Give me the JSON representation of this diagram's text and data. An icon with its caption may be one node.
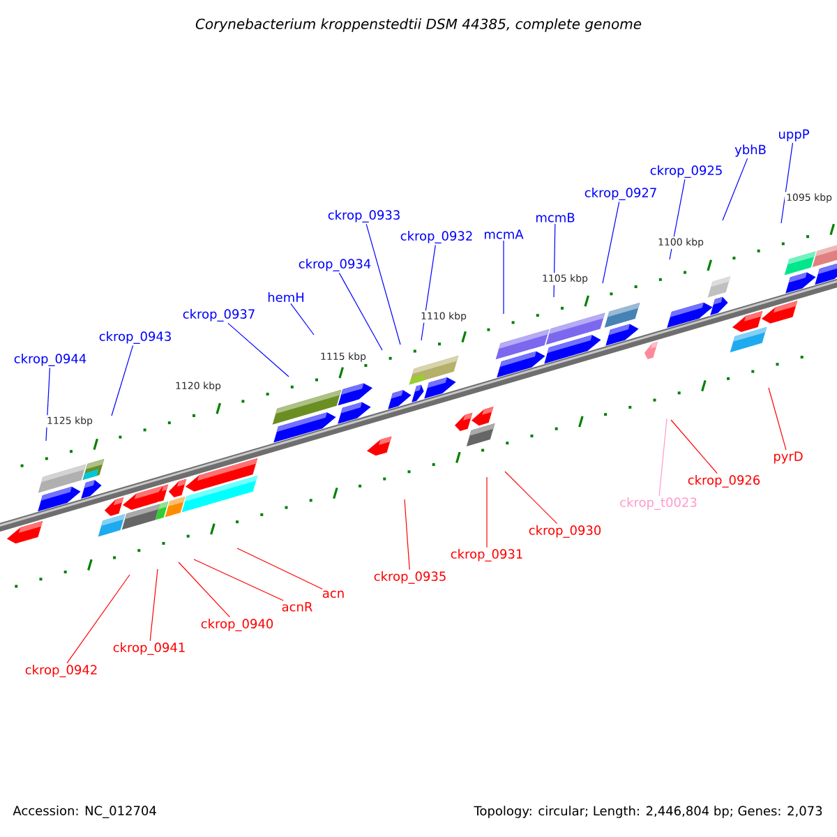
{
  "diagram": {
    "title": "Corynebacterium kroppenstedtii DSM 44385, complete genome",
    "nodes": [
      {
        "text": [
          "uppP"
        ]
      },
      {
        "text": [
          "ybhB"
        ]
      },
      {
        "text": [
          "ckrop_0925"
        ]
      },
      {
        "text": [
          "ckrop_0927"
        ]
      },
      {
        "text": [
          "ckrop_0933"
        ]
      },
      {
        "text": [
          "mcmB"
        ]
      },
      {
        "text": [
          "mcmA"
        ]
      },
      {
        "text": [
          "ckrop_0932"
        ]
      },
      {
        "text": [
          "ckrop_0934"
        ]
      },
      {
        "text": [
          "hemH"
        ]
      },
      {
        "text": [
          "ckrop_0937"
        ]
      },
      {
        "text": [
          "ckrop_0943"
        ]
      },
      {
        "text": [
          "ckrop_0944"
        ]
      },
      {
        "text": [
          "pyrD"
        ]
      },
      {
        "text": [
          "ckrop_0926"
        ]
      },
      {
        "text": [
          "ckrop_t0023"
        ]
      },
      {
        "text": [
          "ckrop_0930"
        ]
      },
      {
        "text": [
          "ckrop_0931"
        ]
      },
      {
        "text": [
          "ckrop_0935"
        ]
      },
      {
        "text": [
          "acn"
        ]
      },
      {
        "text": [
          "acnR"
        ]
      },
      {
        "text": [
          "ckrop_0940"
        ]
      },
      {
        "text": [
          "ckrop_0941"
        ]
      },
      {
        "text": [
          "ckrop_0942"
        ]
      }
    ],
    "edges": [
      {
        "from": 0,
        "to": null,
        "arrow": "none"
      },
      {
        "from": 1,
        "to": null,
        "arrow": "none"
      },
      {
        "from": 2,
        "to": null,
        "arrow": "none"
      },
      {
        "from": 3,
        "to": null,
        "arrow": "none"
      },
      {
        "from": 4,
        "to": null,
        "arrow": "none"
      },
      {
        "from": 5,
        "to": null,
        "arrow": "none"
      },
      {
        "from": 6,
        "to": null,
        "arrow": "none"
      },
      {
        "from": 7,
        "to": null,
        "arrow": "none"
      },
      {
        "from": 8,
        "to": null,
        "arrow": "none"
      },
      {
        "from": 9,
        "to": null,
        "arrow": "none"
      },
      {
        "from": 10,
        "to": null,
        "arrow": "none"
      },
      {
        "from": 11,
        "to": null,
        "arrow": "none"
      },
      {
        "from": 12,
        "to": null,
        "arrow": "none"
      },
      {
        "from": 13,
        "to": null,
        "arrow": "none",
        "color": "#ff0000"
      },
      {
        "from": 14,
        "to": null,
        "arrow": "none",
        "color": "#ff0000"
      },
      {
        "from": 15,
        "to": null,
        "arrow": "none",
        "color": "#ff99cc"
      },
      {
        "from": 16,
        "to": null,
        "arrow": "none",
        "color": "#ff0000"
      },
      {
        "from": 17,
        "to": null,
        "arrow": "none",
        "color": "#ff0000"
      },
      {
        "from": 18,
        "to": null,
        "arrow": "none",
        "color": "#ff0000"
      },
      {
        "from": 19,
        "to": null,
        "arrow": "none",
        "color": "#ff0000"
      },
      {
        "from": 20,
        "to": null,
        "arrow": "none",
        "color": "#ff0000"
      },
      {
        "from": 21,
        "to": null,
        "arrow": "none",
        "color": "#ff0000"
      },
      {
        "from": 22,
        "to": null,
        "arrow": "none",
        "color": "#ff0000"
      },
      {
        "from": 23,
        "to": null,
        "arrow": "none",
        "color": "#ff0000"
      }
    ],
    "labels": [
      "1095 kbp",
      "1100 kbp",
      "1105 kbp",
      "1110 kbp",
      "1115 kbp",
      "1120 kbp",
      "1125 kbp",
      "Accession: NC_012704",
      "Topology: circular; Length: 2,446,804 bp; Genes: 2,073"
    ]
  }
}
